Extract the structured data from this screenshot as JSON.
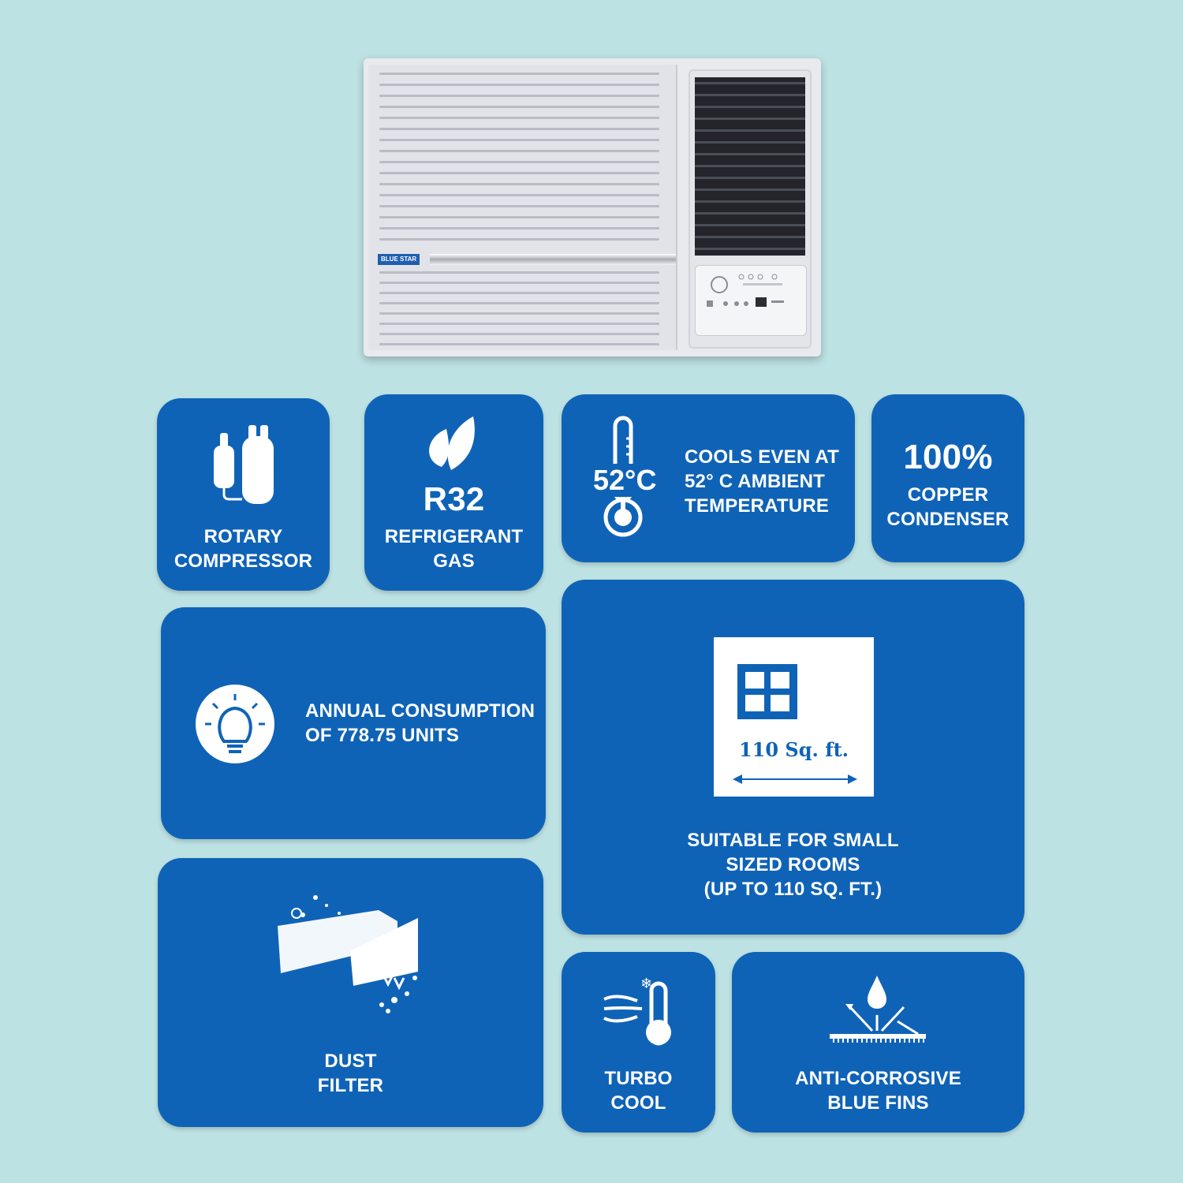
{
  "product": {
    "brand_label": "BLUE STAR"
  },
  "features": {
    "rotary": {
      "line1": "ROTARY",
      "line2": "COMPRESSOR"
    },
    "r32": {
      "big": "R32",
      "line1": "REFRIGERANT",
      "line2": "GAS"
    },
    "temp": {
      "icon_text": "52°C",
      "line1": "COOLS EVEN AT",
      "line2": "52° C AMBIENT",
      "line3": "TEMPERATURE"
    },
    "copper": {
      "big": "100%",
      "line1": "COPPER",
      "line2": "CONDENSER"
    },
    "consumption": {
      "line1": "ANNUAL CONSUMPTION",
      "line2": "OF 778.75 UNITS"
    },
    "room": {
      "area_text": "110 Sq. ft.",
      "line1": "SUITABLE FOR SMALL",
      "line2": "SIZED ROOMS",
      "line3": "(UP TO 110 SQ. FT.)"
    },
    "dust": {
      "line1": "DUST",
      "line2": "FILTER"
    },
    "turbo": {
      "line1": "TURBO",
      "line2": "COOL"
    },
    "fins": {
      "line1": "ANTI-CORROSIVE",
      "line2": "BLUE FINS"
    }
  },
  "colors": {
    "background": "#bde2e3",
    "card": "#0f63b7",
    "text": "#ffffff"
  }
}
